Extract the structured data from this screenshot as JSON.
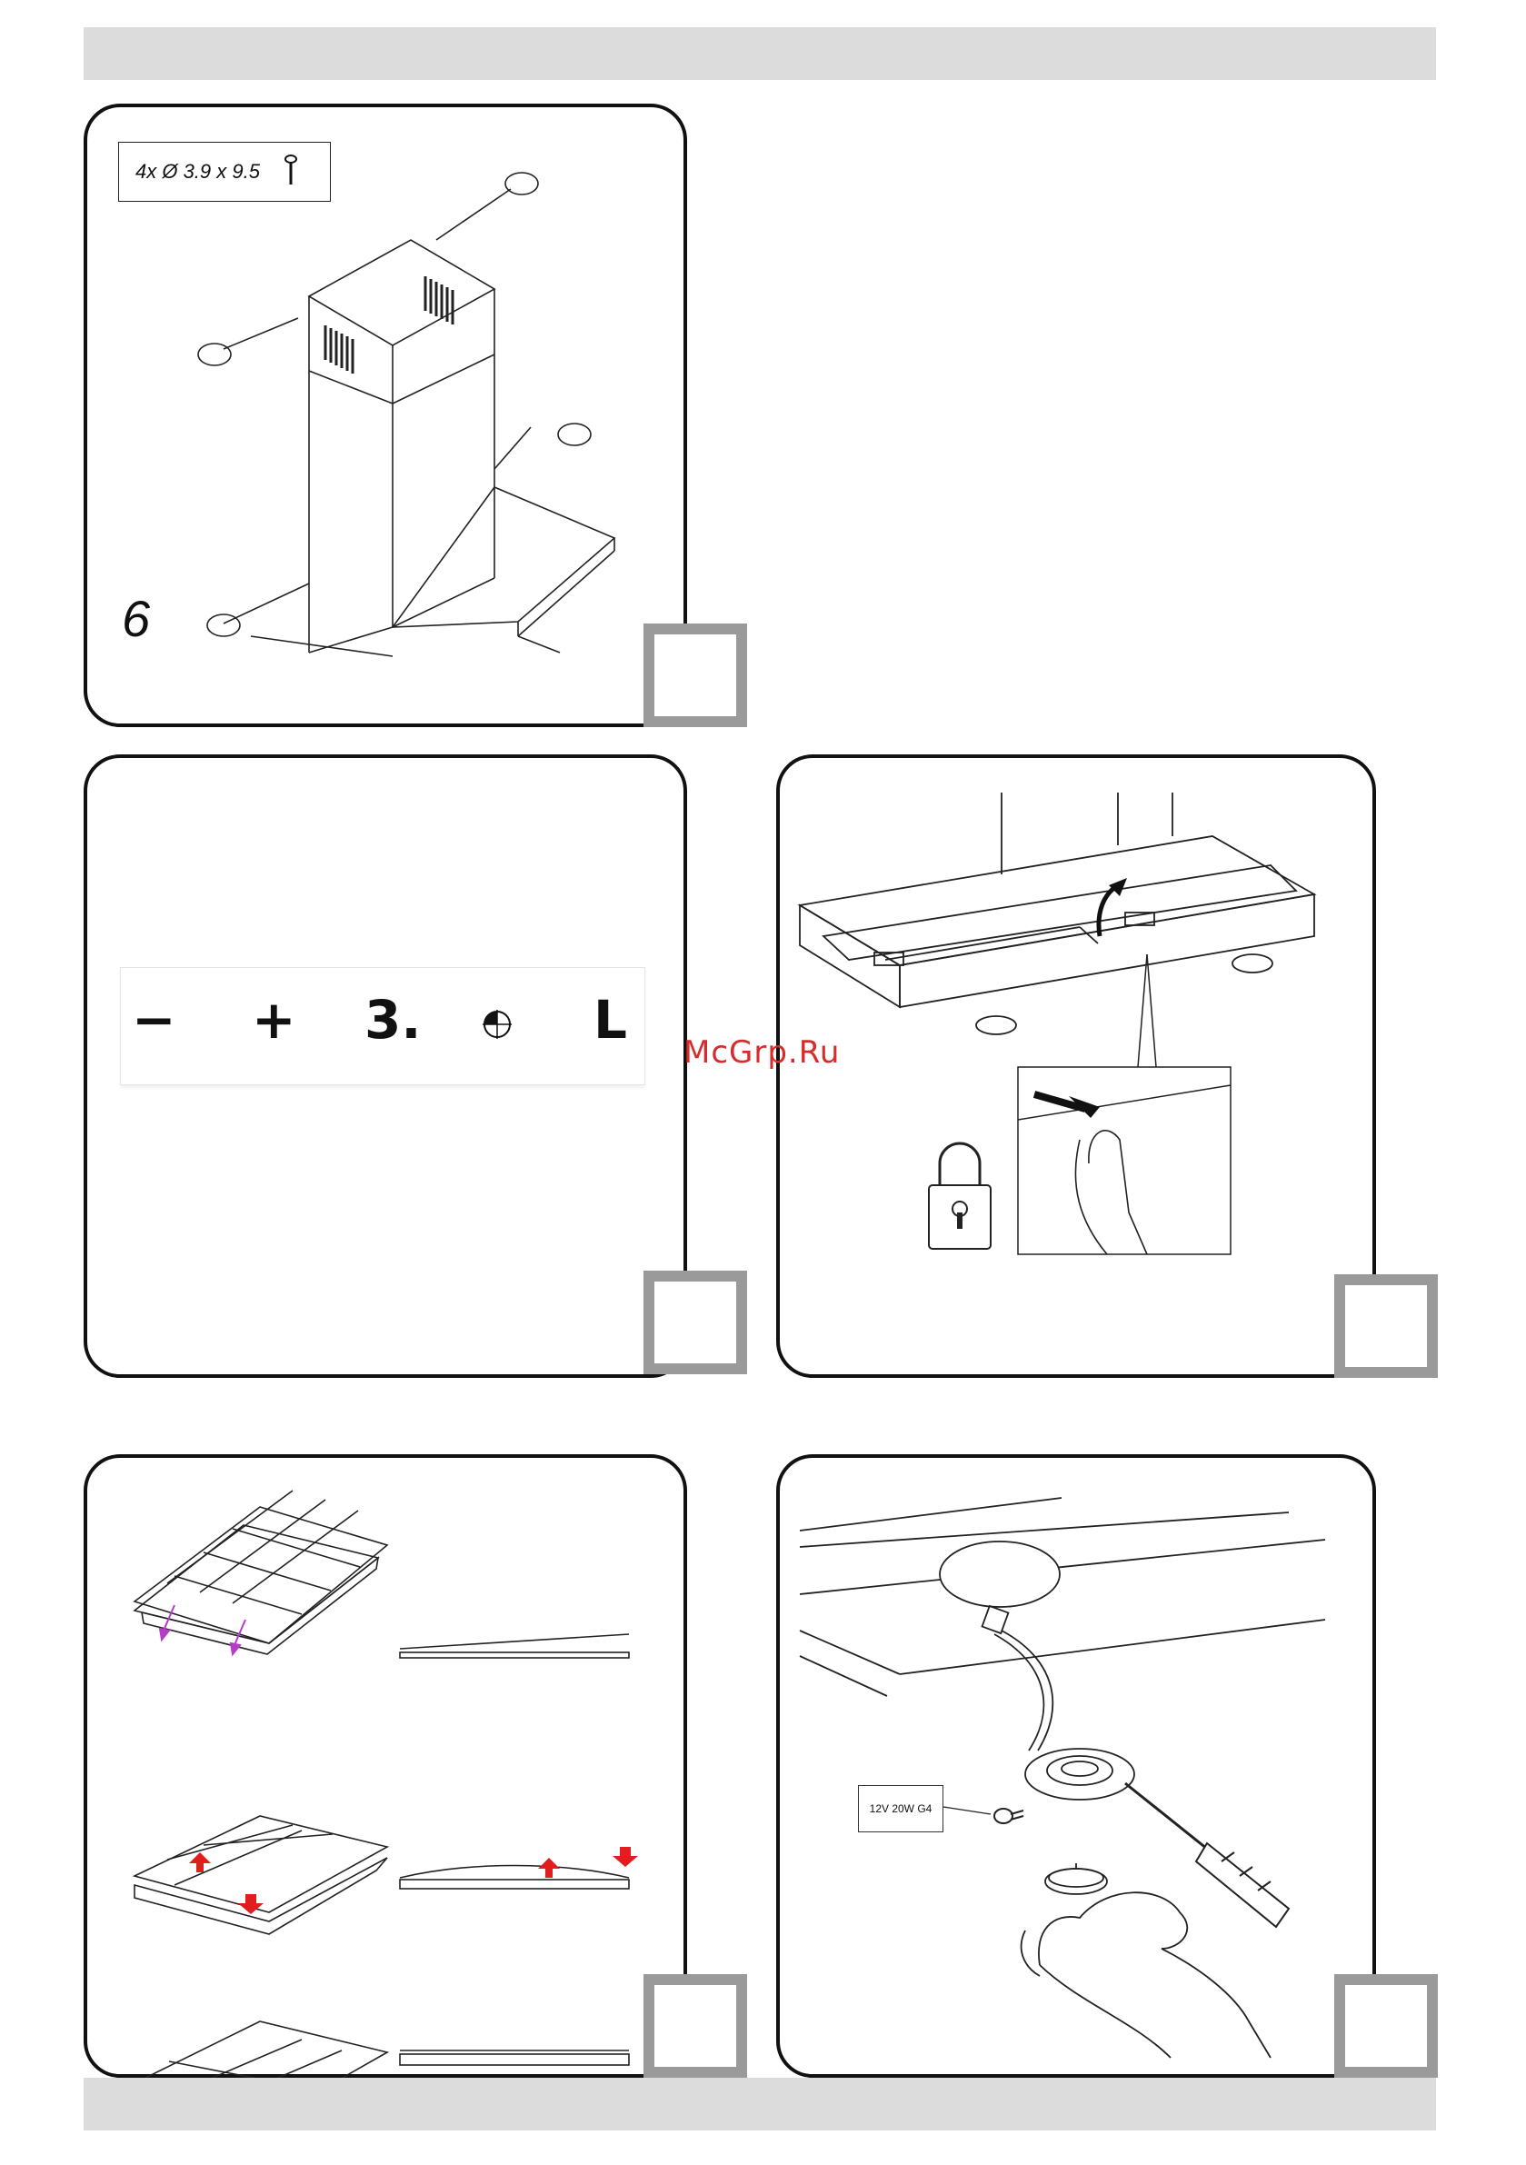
{
  "page": {
    "header_band": "",
    "footer_band": ""
  },
  "panel_install": {
    "spec_text": "4x Ø 3.9 x 9.5",
    "step_number": "6",
    "icons": [
      "screw-icon",
      "screwdriver-icon",
      "hand-icon",
      "chimney-duct-illustration"
    ]
  },
  "panel_controls": {
    "minus": "−",
    "plus": "+",
    "display": "3.",
    "timer_icon": "timer-icon",
    "light": "L"
  },
  "panel_filter_lock": {
    "icons": [
      "hood-underside-illustration",
      "lock-icon",
      "hand-press-illustration",
      "arrow-icon"
    ]
  },
  "panel_filters": {
    "icons": [
      "carbon-filter-illustration",
      "grease-filter-illustration",
      "arrow-icon"
    ]
  },
  "panel_lamp": {
    "bulb_spec": "12V  20W  G4",
    "icons": [
      "halogen-lamp-illustration",
      "screwdriver-icon",
      "hand-icon",
      "bulb-icon"
    ]
  },
  "watermark": "McGrp.Ru",
  "colors": {
    "band": "#dcdcdc",
    "marker": "#9a9a9a",
    "watermark": "#d82b2b",
    "arrow_red": "#e11d1d",
    "arrow_purple": "#b43cc8"
  }
}
